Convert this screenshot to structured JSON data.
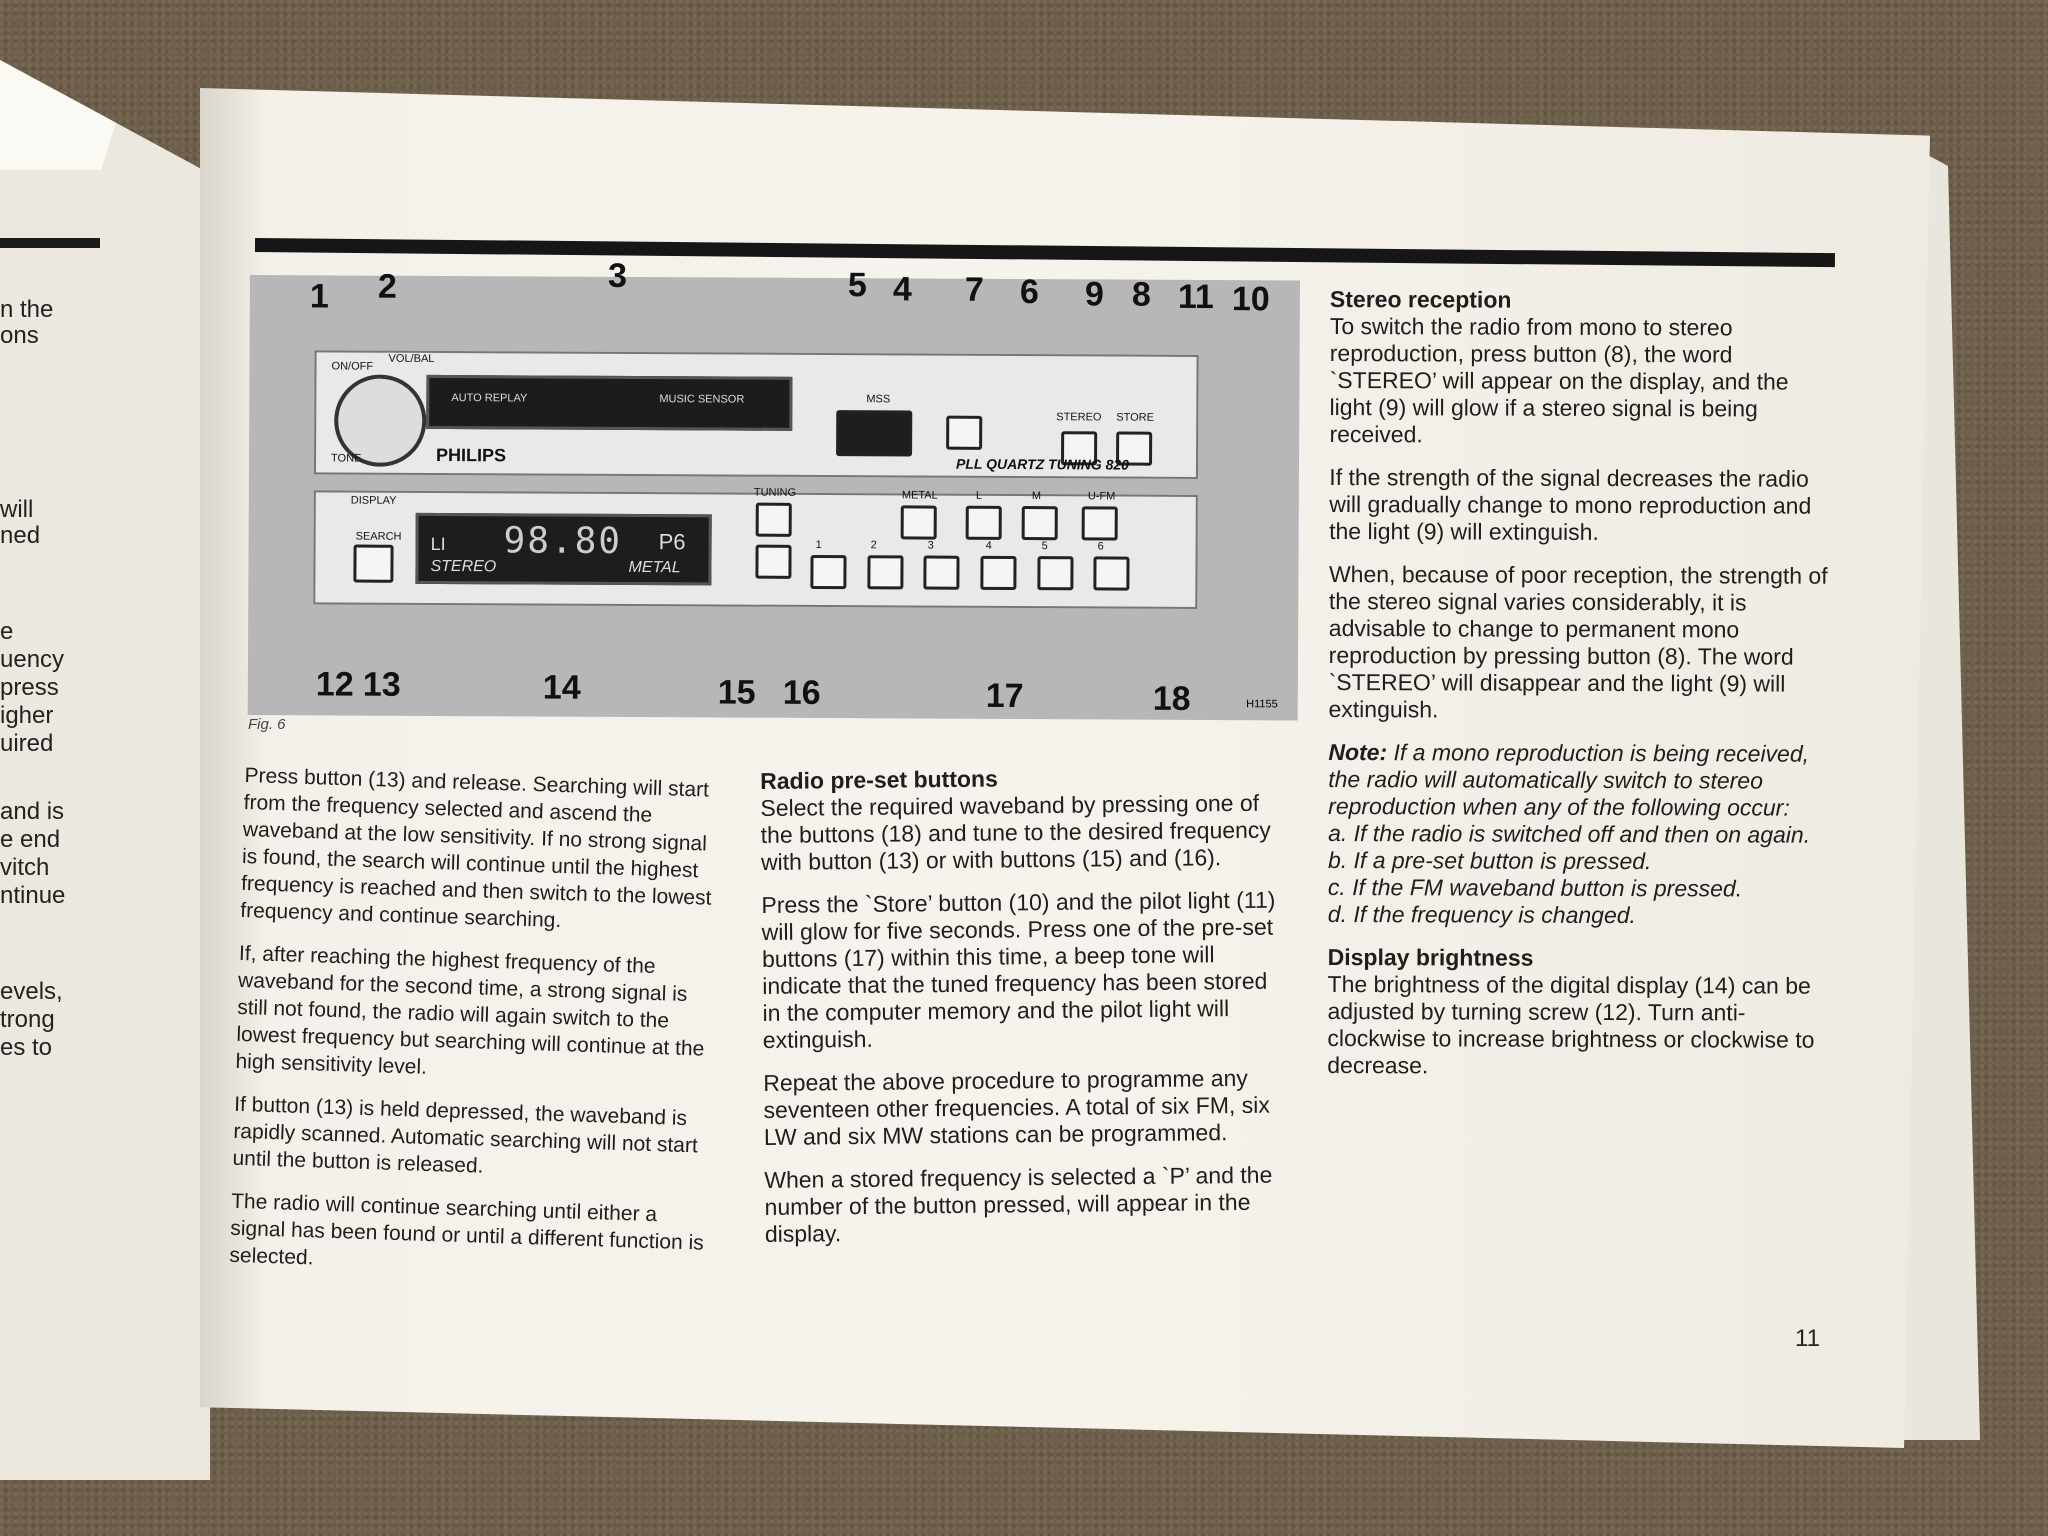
{
  "left_page": {
    "fragments": [
      "n the",
      "ons",
      "will",
      "ned",
      "e",
      "uency",
      "press",
      "igher",
      "uired",
      "and is",
      "e end",
      "vitch",
      "ntinue",
      "evels,",
      "trong",
      "es to"
    ]
  },
  "figure": {
    "callouts": [
      "1",
      "2",
      "3",
      "5",
      "4",
      "7",
      "6",
      "9",
      "8",
      "11",
      "10",
      "12",
      "13",
      "14",
      "15",
      "16",
      "17",
      "18"
    ],
    "radio": {
      "on_off": "ON/OFF",
      "vol_bal": "VOL/BAL",
      "tone": "TONE",
      "brand": "PHILIPS",
      "auto_replay": "AUTO REPLAY",
      "music_sensor": "MUSIC SENSOR",
      "mss": "MSS",
      "stereo_btn": "STEREO",
      "store_btn": "STORE",
      "pll": "PLL QUARTZ TUNING 820",
      "display": "DISPLAY",
      "search": "SEARCH",
      "tuning": "TUNING",
      "lcd_band": "LI",
      "lcd_freq": "98.80",
      "lcd_preset": "P6",
      "lcd_stereo": "STEREO",
      "lcd_metal": "METAL",
      "metal": "METAL",
      "l": "L",
      "m": "M",
      "ufm": "U-FM",
      "presets": [
        "1",
        "2",
        "3",
        "4",
        "5",
        "6"
      ]
    },
    "code": "H1155",
    "caption": "Fig. 6"
  },
  "col_left": {
    "paragraphs": [
      "Press button (13) and release. Searching will start from the frequency selected and ascend the waveband at the low sensitivity. If no strong signal is found, the search will continue until the highest frequency is reached and then switch to the lowest frequency and continue searching.",
      "If, after reaching the highest frequency of the waveband for the second time, a strong signal is still not found, the radio will again switch to the lowest frequency but searching will continue at the high sensitivity level.",
      "If button (13) is held depressed, the waveband is rapidly scanned. Automatic searching will not start until the button is released.",
      "The radio will continue searching until either a signal has been found or until a different function is selected."
    ]
  },
  "col_mid": {
    "heading": "Radio pre-set buttons",
    "paragraphs": [
      "Select the required waveband by pressing one of the buttons (18) and tune to the desired frequency with button (13) or with buttons (15) and (16).",
      "Press the `Store’ button (10) and the pilot light (11) will glow for five seconds. Press one of the pre-set buttons (17) within this time, a beep tone will indicate that the tuned frequency has been stored in the computer memory and the pilot light will extinguish.",
      "Repeat the above procedure to programme any seventeen other frequencies. A total of six FM, six LW and six MW stations can be programmed.",
      "When a stored frequency is selected a `P’ and the number of the button pressed, will appear in the display."
    ]
  },
  "col_right": {
    "heading": "Stereo reception",
    "paragraphs": [
      "To switch the radio from mono to stereo reproduction, press button (8), the word `STEREO’ will appear on the display, and the light (9) will glow if a stereo signal is being received.",
      "If the strength of the signal decreases the radio will gradually change to mono reproduction and the light (9) will extinguish.",
      "When, because of poor reception, the strength of the stereo signal varies considerably, it is advisable to change to permanent mono reproduction by pressing button (8). The word `STEREO’ will disappear and the light (9) will extinguish."
    ],
    "note_label": "Note:",
    "note_text": "If a mono reproduction is being received, the radio will automatically switch to stereo reproduction when any of the following occur:",
    "note_items": [
      "a.  If the radio is switched off and then on again.",
      "b.  If a pre-set button is pressed.",
      "c.  If the FM waveband button is pressed.",
      "d.  If the frequency is changed."
    ],
    "heading2": "Display brightness",
    "paragraph2": "The brightness of the digital display (14) can be adjusted by turning screw (12). Turn anti-clockwise to increase brightness or clockwise to decrease."
  },
  "page_number": "11"
}
